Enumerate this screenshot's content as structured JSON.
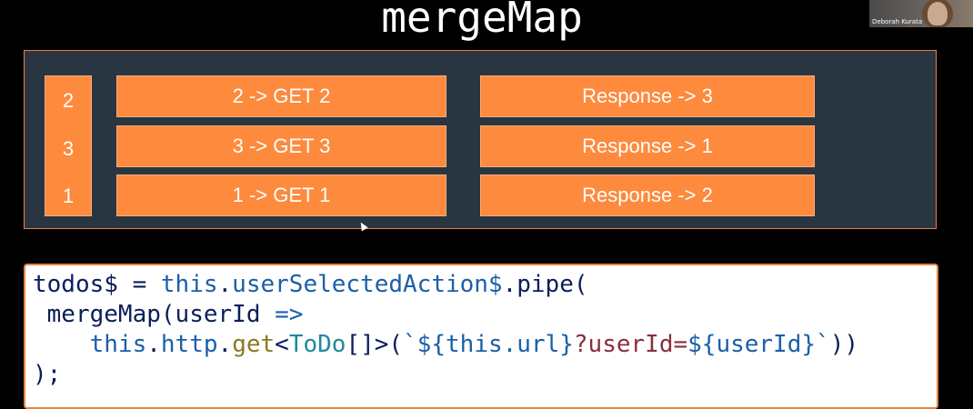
{
  "slide": {
    "title": "mergeMap"
  },
  "video": {
    "participant_name": "Deborah Kurata"
  },
  "diagram": {
    "stack_items": [
      "2",
      "3",
      "1"
    ],
    "requests": [
      "2 -> GET 2",
      "3 -> GET 3",
      "1 -> GET 1"
    ],
    "responses": [
      "Response -> 3",
      "Response -> 1",
      "Response -> 2"
    ]
  },
  "code": {
    "l1_a": "todos$",
    "l1_b": " = ",
    "l1_c": "this",
    "l1_d": ".",
    "l1_e": "userSelectedAction$",
    "l1_f": ".pipe(",
    "l2_a": " mergeMap(",
    "l2_b": "userId",
    "l2_c": " =>",
    "l3_a": "    ",
    "l3_b": "this",
    "l3_c": ".",
    "l3_d": "http",
    "l3_e": ".",
    "l3_f": "get",
    "l3_g": "<",
    "l3_h": "ToDo",
    "l3_i": "[]>(",
    "l3_j": "`${this.url}",
    "l3_k": "?userId=",
    "l3_l": "${userId}`",
    "l3_m": "))",
    "l4_a": ");"
  }
}
